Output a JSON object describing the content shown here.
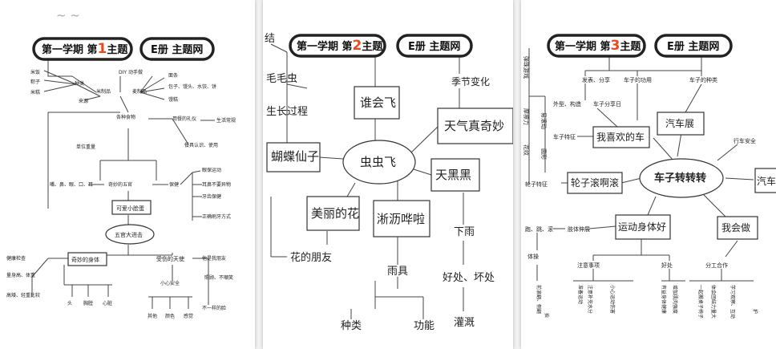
{
  "headers": {
    "p1": {
      "prefix": "第一学期 第",
      "num": "1",
      "suffix": "主题",
      "right": "E册 主题网"
    },
    "p2": {
      "prefix": "第一学期 第",
      "num": "2",
      "suffix": "主题",
      "right": "E册 主题网"
    },
    "p3": {
      "prefix": "第一学期 第",
      "num": "3",
      "suffix": "主题",
      "right": "E册 主题网"
    }
  },
  "panel1": {
    "center": "五官大进击",
    "n1": "可爱小脸蛋",
    "n2": "奇妙的身体",
    "n3": "受伤的天使",
    "small": {
      "a": "米饭",
      "b": "粽子",
      "c": "米糕",
      "d": "种类",
      "e": "来源",
      "f": "米制品",
      "g": "DIY 动手做",
      "h": "麦制品",
      "i": "面条",
      "j": "包子、馒头、水饺、饼",
      "k": "馒糕",
      "l": "各种食物",
      "m": "用餐的礼仪",
      "n": "生活常规",
      "o": "餐具认识、使用",
      "p": "单位重量",
      "q": "嘴、鼻、眼、口、耳",
      "r": "奇妙的五官",
      "s": "保健",
      "t": "眼保运动",
      "u": "耳鼻不要异物",
      "v": "牙齿保健",
      "w": "正确刷牙方式",
      "x": "健康检查",
      "y": "量身高、体重",
      "z": "高矮、轻重比较",
      "aa": "头",
      "ab": "胸膛",
      "ac": "心脏",
      "ad": "他是我朋友",
      "ae": "照顾、不嘲笑",
      "af": "小心安全",
      "ag": "不一样的脸",
      "ah": "其他",
      "ai": "颜色",
      "aj": "感觉"
    }
  },
  "panel2": {
    "center": "虫虫飞",
    "who": "谁会飞",
    "weather": "天气真奇妙",
    "dark": "天黑黑",
    "rain_sound": "淅沥哗啦",
    "flower": "美丽的花",
    "butterfly": "蝴蝶仙子",
    "season": "季节变化",
    "caterpillar": "毛毛虫",
    "growth": "生长过程",
    "jie": "结",
    "friend": "花的朋友",
    "rain_gear": "雨具",
    "kind": "种类",
    "function": "功能",
    "rain": "下雨",
    "pros": "好处、坏处",
    "flood": "灌溉"
  },
  "panel3": {
    "center": "车子转转转",
    "like": "我喜欢的车",
    "show": "汽车展",
    "wheel": "轮子滚啊滚",
    "sport": "运动身体好",
    "me": "我会做",
    "car_right": "汽车",
    "send": "发表、分享",
    "use": "车子的功用",
    "types": "车子的种类",
    "shape": "外型、构造",
    "share_day": "车子分享日",
    "feature": "车子特征",
    "safety": "行车安全",
    "wheel_feature": "轮子特征",
    "elastic": "弹珠游戏",
    "friction": "摩擦力",
    "texture": "花纹",
    "move": "跑、跳、滚",
    "body_stretch": "肢体伸展",
    "gym": "体操",
    "note": "注意事项",
    "benefit": "好处",
    "coop": "分工合作",
    "v1": "准备运动",
    "v2": "注意补充水分",
    "v3": "小心运动伤害",
    "v4": "有益身体健康",
    "v5": "增加肌肉强度",
    "v6": "一起搬桌子椅子",
    "v7": "体会团结力量大",
    "v8": "学习观察、互动",
    "v9": "护",
    "v10": "易滚动",
    "v11": "圆形",
    "v12": "前滚翻、侧翻",
    "v13": "抬"
  }
}
